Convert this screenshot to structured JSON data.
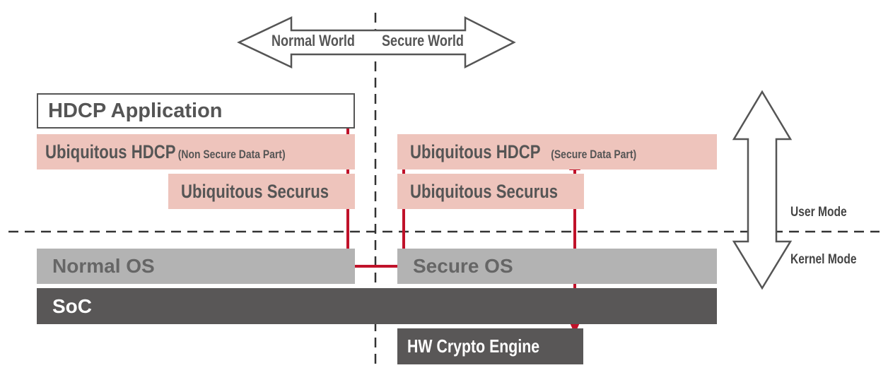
{
  "worlds": {
    "normal": "Normal World",
    "secure": "Secure World"
  },
  "modes": {
    "user": "User Mode",
    "kernel": "Kernel Mode"
  },
  "blocks": {
    "hdcp_application": "HDCP Application",
    "ubiquitous_hdcp_non_secure": "Ubiquitous HDCP",
    "non_secure_data_part": "(Non Secure Data Part)",
    "ubiquitous_hdcp_secure": "Ubiquitous HDCP",
    "secure_data_part": "(Secure Data Part)",
    "ubiquitous_securus_normal": "Ubiquitous Securus",
    "ubiquitous_securus_secure": "Ubiquitous Securus",
    "normal_os": "Normal OS",
    "secure_os": "Secure OS",
    "soc": "SoC",
    "hw_crypto_engine": "HW Crypto Engine"
  },
  "colors": {
    "arrow_red": "#c0122a",
    "pink_block": "#eec4bc",
    "gray_block": "#b3b3b3",
    "dark_block": "#595757",
    "line_dark": "#333333"
  }
}
